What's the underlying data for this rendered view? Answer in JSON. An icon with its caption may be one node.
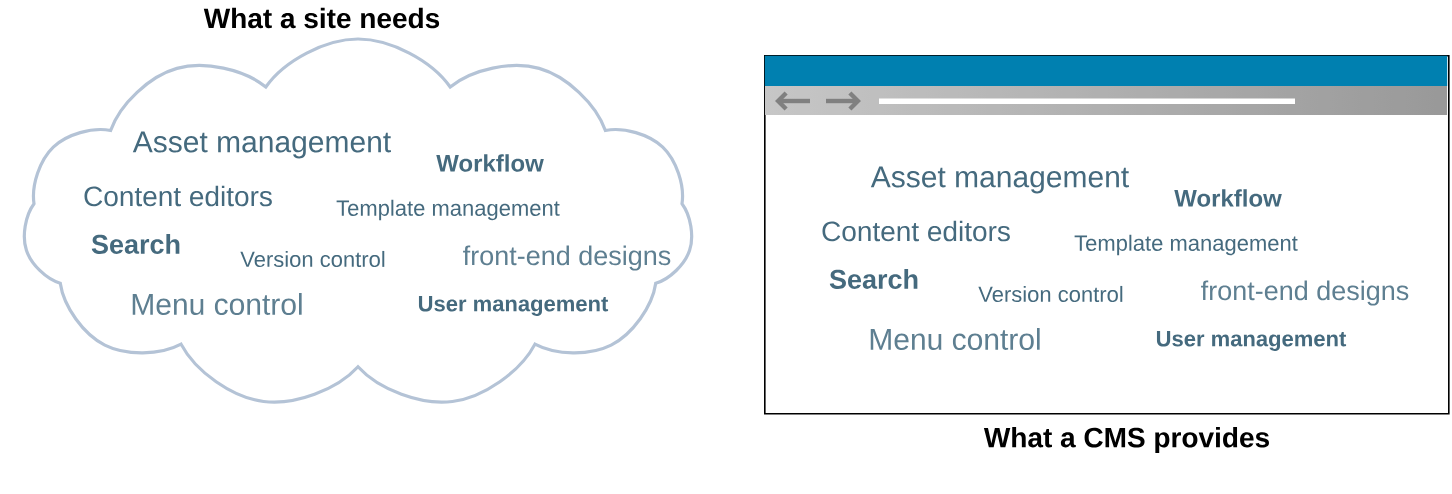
{
  "diagram": {
    "nodes": [
      {
        "text": [
          "What a site needs",
          "Asset management",
          "Workflow",
          "Content editors",
          "Template management",
          "Search",
          "Version control",
          "front-end designs",
          "Menu control",
          "User management"
        ]
      },
      {
        "text": [
          "What a CMS provides",
          "Asset management",
          "Workflow",
          "Content editors",
          "Template management",
          "Search",
          "Version control",
          "front-end designs",
          "Menu control",
          "User management"
        ]
      }
    ]
  }
}
